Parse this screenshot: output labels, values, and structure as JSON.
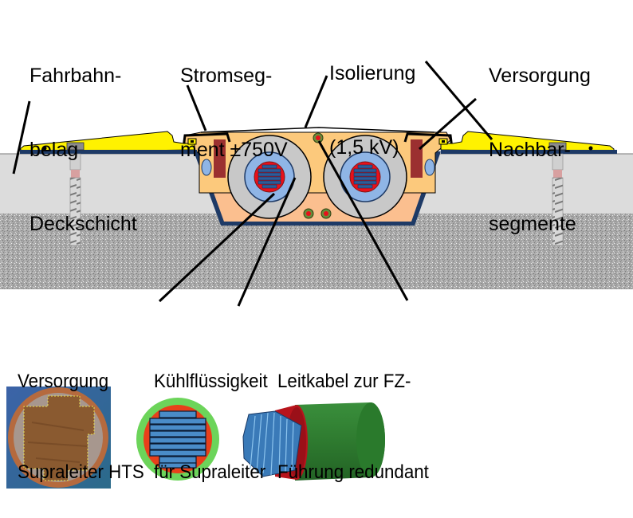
{
  "diagram": {
    "title": "Cross-section of road-embedded superconducting power rail",
    "labels": {
      "road_surface": [
        "Fahrbahn-",
        "belag",
        "Deckschicht"
      ],
      "power_segment": [
        "Stromseg-",
        "ment ±750V"
      ],
      "insulation": [
        "Isolierung",
        "(1,5 kV)"
      ],
      "neighbor_supply": [
        "Versorgung",
        "Nachbar-",
        "segmente"
      ],
      "hts_supply": [
        "Versorgung",
        "Supraleiter HTS"
      ],
      "coolant": [
        "Kühlflüssigkeit",
        "für Supraleiter"
      ],
      "guide_cable": [
        "Leitkabel zur FZ-",
        "Führung redundant"
      ]
    },
    "components": [
      "road-cover-plate",
      "anchor-screw",
      "insulation-housing",
      "power-segment-rail",
      "hts-cable",
      "coolant-channel",
      "guide-cable",
      "concrete-base",
      "gravel-subgrade"
    ],
    "bottom_images": [
      "hts-cable-photo",
      "hts-cable-cross-section",
      "hts-cable-3d-model"
    ],
    "colors": {
      "cover_yellow": "#fff200",
      "housing_orange": "#fcc97c",
      "housing_lower": "#fbbf8f",
      "cable_grey": "#c8c8c8",
      "cable_blue": "#8fb5e6",
      "conductor_red": "#e8101a",
      "conductor_blue": "#2e5b99",
      "rail_brown": "#9b3030",
      "frame_navy": "#1e3a66",
      "concrete": "#dcdcdc",
      "gravel": "#a8a8a8",
      "sheath_green": "#6cd45a"
    }
  }
}
